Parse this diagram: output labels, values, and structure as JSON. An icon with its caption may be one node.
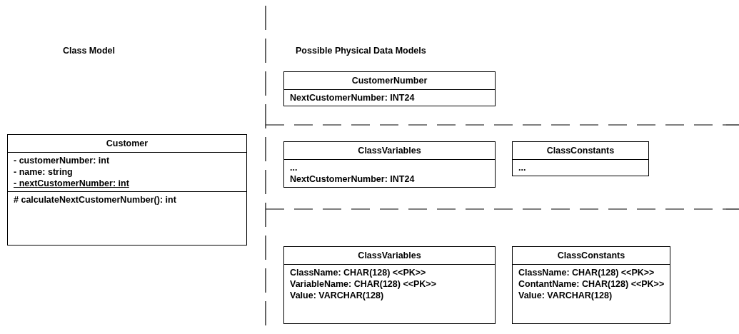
{
  "diagram": {
    "nodes": [
      {
        "text": [
          "Customer",
          "- customerNumber: int",
          "- name: string",
          "- nextCustomerNumber: int",
          "# calculateNextCustomerNumber(): int"
        ]
      },
      {
        "text": [
          "CustomerNumber",
          "NextCustomerNumber: INT24"
        ]
      },
      {
        "text": [
          "ClassVariables",
          "...",
          "NextCustomerNumber: INT24"
        ]
      },
      {
        "text": [
          "ClassConstants",
          "..."
        ]
      },
      {
        "text": [
          "ClassVariables",
          "ClassName: CHAR(128) <<PK>>",
          "VariableName: CHAR(128) <<PK>>",
          "Value: VARCHAR(128)"
        ]
      },
      {
        "text": [
          "ClassConstants",
          "ClassName: CHAR(128) <<PK>>",
          "ContantName: CHAR(128) <<PK>>",
          "Value: VARCHAR(128)"
        ]
      }
    ],
    "edges": [],
    "labels": [
      "Class Model",
      "Possible Physical Data Models"
    ]
  }
}
